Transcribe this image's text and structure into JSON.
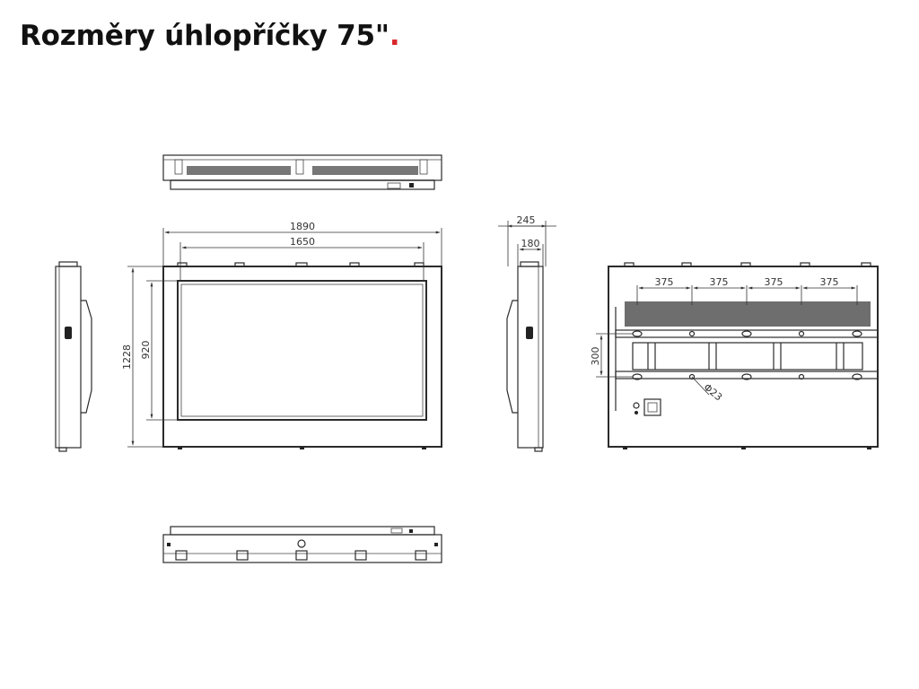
{
  "title": {
    "text": "Rozměry úhlopříčky 75\"",
    "dot": ".",
    "dot_color": "#d9262c"
  },
  "dimensions": {
    "overall_width": "1890",
    "screen_width": "1650",
    "overall_height": "1228",
    "screen_height": "920",
    "depth_total": "245",
    "depth_body": "180",
    "mount_spacing_1": "375",
    "mount_spacing_2": "375",
    "mount_spacing_3": "375",
    "mount_spacing_4": "375",
    "mount_vertical": "300",
    "fan_note": "Φ23"
  }
}
